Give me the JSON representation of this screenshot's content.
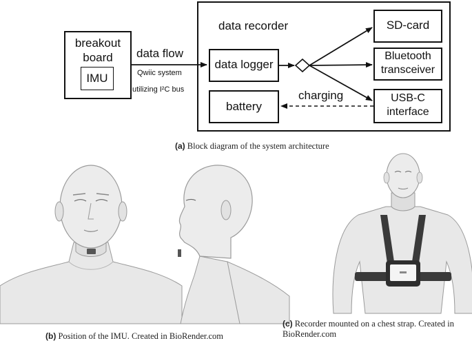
{
  "diagram": {
    "breakout_board_label": "breakout\nboard",
    "imu_label": "IMU",
    "data_flow_label": "data flow",
    "qwiic_label": "Qwiic system",
    "i2c_label": "utilizing I²C bus",
    "data_recorder_label": "data recorder",
    "data_logger_label": "data logger",
    "battery_label": "battery",
    "charging_label": "charging",
    "sd_card_label": "SD-card",
    "bluetooth_label": "Bluetooth\ntransceiver",
    "usbc_label": "USB-C\ninterface"
  },
  "captions": {
    "a_tag": "(a)",
    "a_text": "Block diagram of the system architecture",
    "b_tag": "(b)",
    "b_text": "Position of the IMU. Created in BioRender.com",
    "c_tag": "(c)",
    "c_text": "Recorder mounted on a chest strap. Created in",
    "c_text2": "BioRender.com"
  },
  "colors": {
    "stroke": "#111111",
    "skin": "#e6e6e6",
    "skin_shade": "#cfcfcf",
    "strap": "#3a3a3a"
  }
}
